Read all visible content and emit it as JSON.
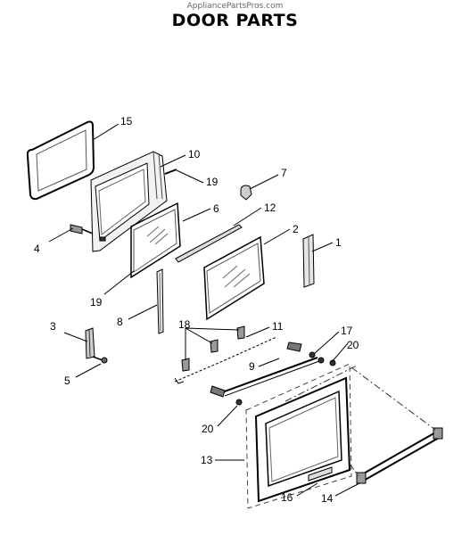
{
  "watermark": "AppliancePartsPros.com",
  "title": "DOOR PARTS",
  "callouts": [
    "15",
    "10",
    "7",
    "19",
    "6",
    "12",
    "4",
    "2",
    "1",
    "19",
    "8",
    "18",
    "11",
    "3",
    "17",
    "20",
    "9",
    "5",
    "20",
    "13",
    "16",
    "14"
  ]
}
